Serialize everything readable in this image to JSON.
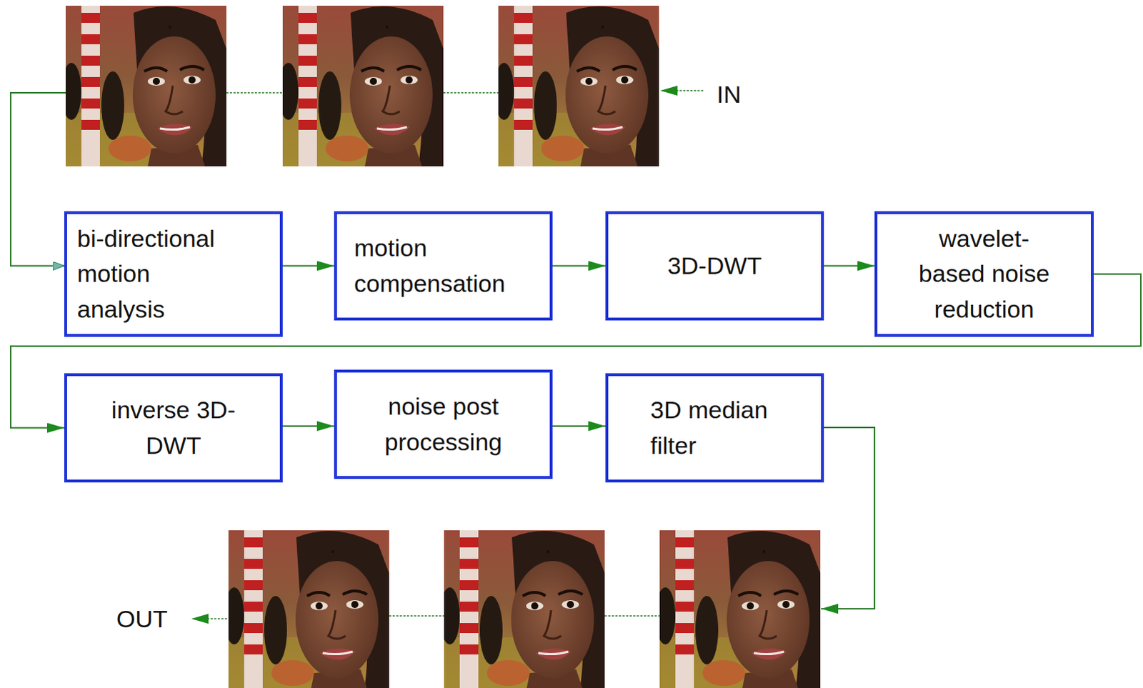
{
  "diagram": {
    "nodes": [
      {
        "text": [
          "bi-directional motion analysis"
        ]
      },
      {
        "text": [
          "motion compensation"
        ]
      },
      {
        "text": [
          "3D-DWT"
        ]
      },
      {
        "text": [
          "wavelet- based noise reduction"
        ]
      },
      {
        "text": [
          "inverse 3D-DWT"
        ]
      },
      {
        "text": [
          "noise post processing"
        ]
      },
      {
        "text": [
          "3D median filter"
        ]
      }
    ],
    "edges": [
      {
        "from": 0,
        "to": 1,
        "arrow": "to"
      },
      {
        "from": 1,
        "to": 2,
        "arrow": "to"
      },
      {
        "from": 2,
        "to": 3,
        "arrow": "to"
      },
      {
        "from": 3,
        "to": 4,
        "arrow": "to"
      },
      {
        "from": 4,
        "to": 5,
        "arrow": "to"
      },
      {
        "from": 5,
        "to": 6,
        "arrow": "to"
      }
    ],
    "labels": [
      "IN",
      "OUT"
    ]
  }
}
